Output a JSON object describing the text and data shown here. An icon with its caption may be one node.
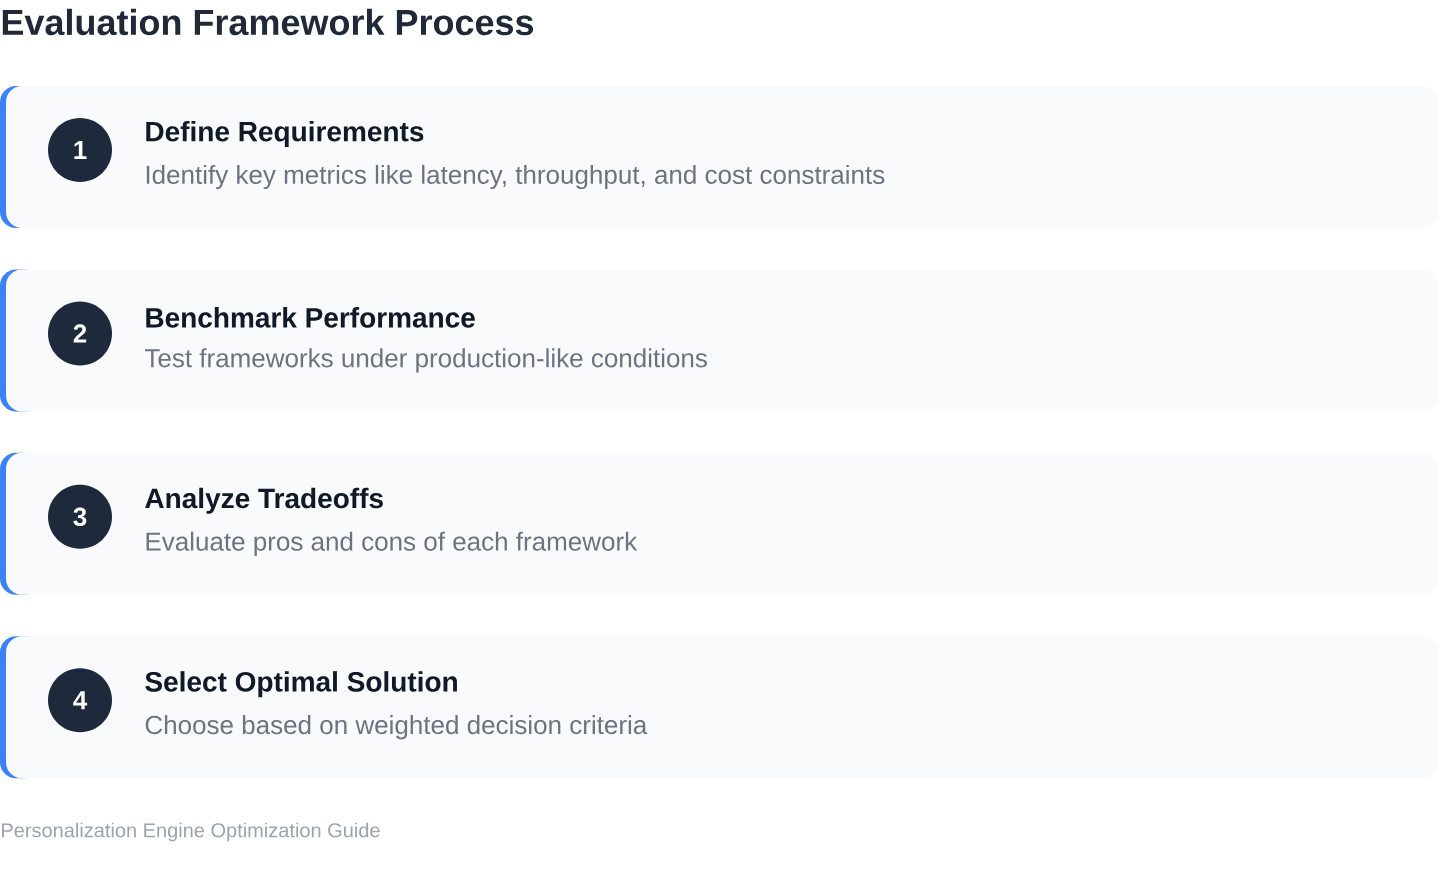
{
  "diagram": {
    "title": "Evaluation Framework Process",
    "nodes": [
      {
        "text": [
          "Define Requirements",
          "Identify key metrics like latency, throughput, and cost constraints"
        ]
      },
      {
        "text": [
          "1"
        ],
        "in": 0
      },
      {
        "text": [
          "Benchmark Performance",
          "Test frameworks under production-like conditions"
        ]
      },
      {
        "text": [
          "2"
        ],
        "in": 2
      },
      {
        "text": [
          "Analyze Tradeoffs",
          "Evaluate pros and cons of each framework"
        ]
      },
      {
        "text": [
          "3"
        ],
        "in": 4
      },
      {
        "text": [
          "Select Optimal Solution",
          "Choose based on weighted decision criteria"
        ]
      },
      {
        "text": [
          "4"
        ],
        "in": 6
      }
    ],
    "caption": "Personalization Engine Optimization Guide"
  }
}
